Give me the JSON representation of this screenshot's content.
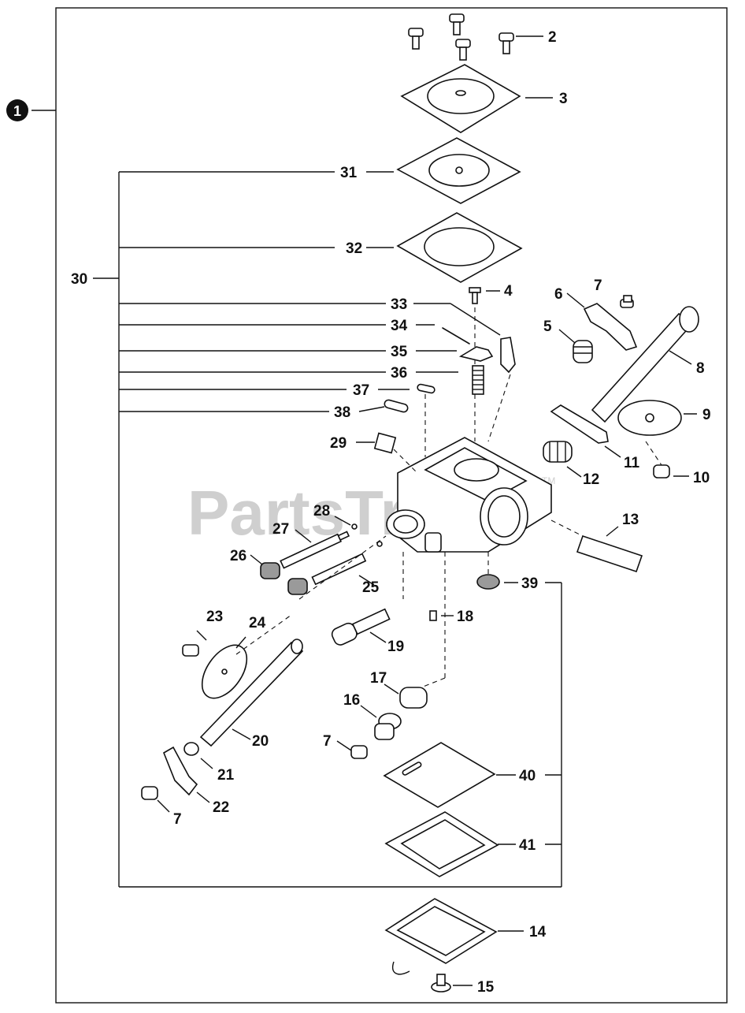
{
  "diagram": {
    "assembly_number": "1",
    "watermark": "PartsTree",
    "watermark_tm": "TM",
    "callouts": [
      "2",
      "3",
      "31",
      "32",
      "30",
      "4",
      "33",
      "34",
      "35",
      "36",
      "37",
      "38",
      "7",
      "6",
      "5",
      "8",
      "9",
      "10",
      "11",
      "12",
      "13",
      "29",
      "28",
      "27",
      "26",
      "25",
      "39",
      "18",
      "23",
      "24",
      "19",
      "17",
      "16",
      "7",
      "40",
      "20",
      "21",
      "22",
      "7",
      "41",
      "14",
      "15"
    ]
  },
  "colors": {
    "line": "#111111",
    "watermark": "#cfcfcf",
    "part_fill": "#ffffff",
    "shade": "#9a9a9a"
  }
}
